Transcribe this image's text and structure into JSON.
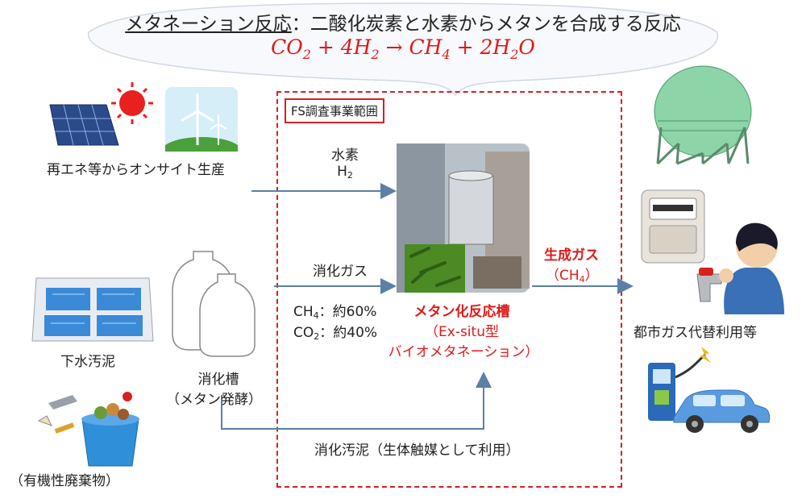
{
  "title": {
    "underlined": "メタネーション反応",
    "rest": "：二酸化炭素と水素からメタンを合成する反応"
  },
  "equation": {
    "co2": "CO",
    "plus1": " + 4H",
    "arrow": " → CH",
    "plus2": " + 2H",
    "o": "O",
    "sub2": "2",
    "sub4": "4"
  },
  "scope_label": "FS調査事業範囲",
  "sources": {
    "renewable": "再エネ等からオンサイト生産",
    "sewage": "下水汚泥",
    "waste": "（有機性廃棄物）",
    "digester": "消化槽",
    "digester_sub": "（メタン発酵）"
  },
  "flows": {
    "hydrogen": "水素",
    "h2": "H",
    "digestion_gas": "消化ガス",
    "ch4_pct": "：約60%",
    "co2_pct": "：約40%",
    "sludge": "消化汚泥（生体触媒として利用）"
  },
  "reactor": {
    "line1": "メタン化反応槽",
    "line2": "（Ex-situ型",
    "line3": "バイオメタネーション）"
  },
  "product": {
    "label": "生成ガス",
    "formula_open": "（CH",
    "formula_close": "）"
  },
  "use": "都市ガス代替利用等",
  "colors": {
    "accent_red": "#e01818",
    "arrow_blue": "#5b7fa8"
  }
}
